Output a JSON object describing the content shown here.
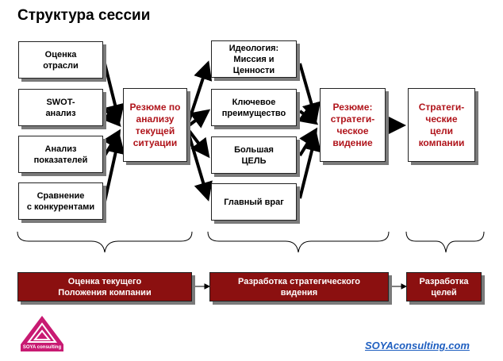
{
  "title": "Структура сессии",
  "inputs": [
    "Оценка\nотрасли",
    "SWOT-\nанализ",
    "Анализ\nпоказателей",
    "Сравнение\nс конкурентами"
  ],
  "summary_current": "Резюме по\nанализу\nтекущей\nситуации",
  "ideology": [
    "Идеология:\nМиссия и\nЦенности",
    "Ключевое\nпреимущество",
    "Большая\nЦЕЛЬ",
    "Главный враг"
  ],
  "summary_vision": "Резюме:\nстратеги-\nческое\nвидение",
  "strategic_goals": "Стратеги-\nческие\nцели\nкомпании",
  "stages": [
    "Оценка текущего\nПоложения компании",
    "Разработка стратегического\nвидения",
    "Разработка\nцелей"
  ],
  "logo": {
    "text": "SOYA consulting",
    "color": "#c81a72"
  },
  "url": "SOYAconsulting.com",
  "colors": {
    "accent_red": "#b0141b",
    "bar_red": "#8b1010",
    "link_blue": "#1f5fc0"
  }
}
